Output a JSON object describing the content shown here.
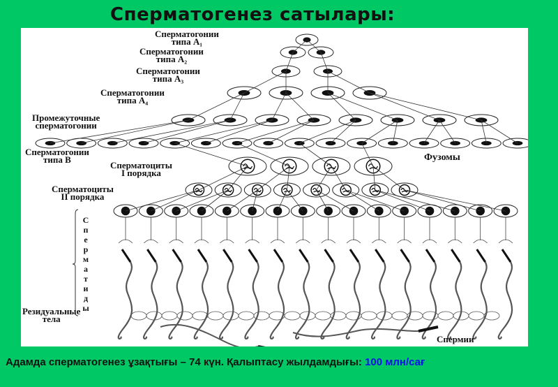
{
  "slide": {
    "title": "Сперматогенез сатылары:",
    "footer": {
      "text": "Адамда сперматогенез ұзақтығы – 74 күн. Қалыптасу жылдамдығы: ",
      "highlight": "100 млн/сағ",
      "highlight_color": "#1010ee"
    },
    "background_color": "#00c864"
  },
  "diagram": {
    "labels": {
      "a1": [
        "Сперматогонии",
        "типа А₁"
      ],
      "a2": [
        "Сперматогонии",
        "типа А₂"
      ],
      "a3": [
        "Сперматогонии",
        "типа А₃"
      ],
      "a4": [
        "Сперматогонии",
        "типа А₄"
      ],
      "intermediate": [
        "Промежуточные",
        "сперматогонии"
      ],
      "typeb": [
        "Сперматогонии",
        "типа В"
      ],
      "sc1": [
        "Сперматоциты",
        "I порядка"
      ],
      "sc2": [
        "Сперматоциты",
        "II порядка"
      ],
      "spermatids": "Сперматиды",
      "fusomes": "Фузомы",
      "residual": [
        "Резидуальные",
        "тела"
      ],
      "sperm": "Спермии"
    }
  }
}
